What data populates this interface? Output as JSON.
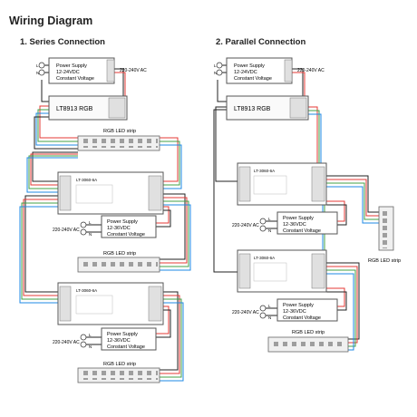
{
  "title": "Wiring Diagram",
  "series": {
    "heading": "1. Series Connection",
    "psu_top": {
      "line1": "Power Supply",
      "line2": "12-24VDC",
      "line3": "Constant Voltage",
      "ac": "220-240V AC"
    },
    "controller": {
      "label": "LT8913 RGB"
    },
    "strip1": "RGB LED strip",
    "amp1": {
      "model": "LT-3060-6A"
    },
    "psu_mid": {
      "line1": "Power Supply",
      "line2": "12-36VDC",
      "line3": "Constant Voltage",
      "ac": "220-240V AC"
    },
    "strip2": "RGB LED strip",
    "amp2": {
      "model": "LT-3060-6A"
    },
    "psu_bot": {
      "line1": "Power Supply",
      "line2": "12-36VDC",
      "line3": "Constant Voltage",
      "ac": "220-240V AC"
    },
    "strip3": "RGB LED strip"
  },
  "parallel": {
    "heading": "2. Parallel Connection",
    "psu_top": {
      "line1": "Power Supply",
      "line2": "12-24VDC",
      "line3": "Constant Voltage",
      "ac": "220-240V AC"
    },
    "controller": {
      "label": "LT8913 RGB"
    },
    "amp1": {
      "model": "LT-3060-6A"
    },
    "psu_mid": {
      "line1": "Power Supply",
      "line2": "12-36VDC",
      "line3": "Constant Voltage",
      "ac": "220-240V AC"
    },
    "amp2": {
      "model": "LT-3060-6A"
    },
    "psu_bot": {
      "line1": "Power Supply",
      "line2": "12-36VDC",
      "line3": "Constant Voltage",
      "ac": "220-240V AC"
    },
    "strip_side": "RGB LED strip",
    "strip_bot": "RGB LED strip"
  },
  "terminals": {
    "live": "L",
    "neutral": "N"
  },
  "colors": {
    "red": "#e53935",
    "green": "#43a047",
    "blue": "#1e88e5",
    "black": "#222222",
    "box": "#555555"
  }
}
